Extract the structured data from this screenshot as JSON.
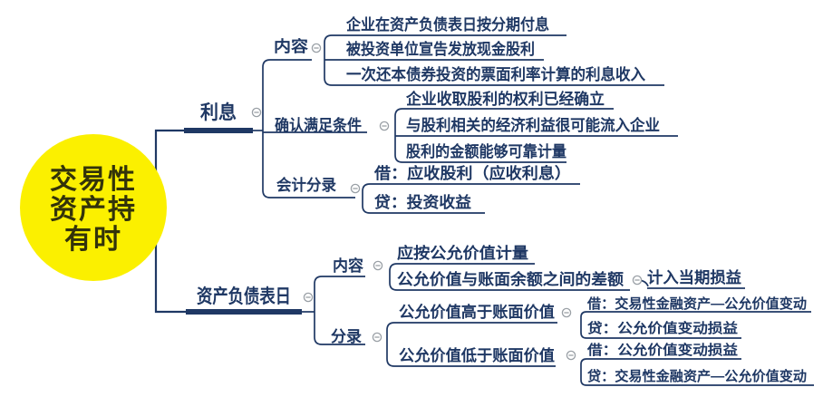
{
  "root": {
    "lines": [
      "交易性",
      "资产持",
      "有时"
    ]
  },
  "branches": [
    {
      "label": "利息",
      "children": [
        {
          "label": "内容",
          "children": [
            {
              "label": "企业在资产负债表日按分期付息"
            },
            {
              "label": "被投资单位宣告发放现金股利"
            },
            {
              "label": "一次还本债券投资的票面利率计算的利息收入"
            }
          ]
        },
        {
          "label": "确认满足条件",
          "children": [
            {
              "label": "企业收取股利的权利已经确立"
            },
            {
              "label": "与股利相关的经济利益很可能流入企业"
            },
            {
              "label": "股利的金额能够可靠计量"
            }
          ]
        },
        {
          "label": "会计分录",
          "children": [
            {
              "label": "借：应收股利（应收利息）"
            },
            {
              "label": "贷：投资收益"
            }
          ]
        }
      ]
    },
    {
      "label": "资产负债表日",
      "children": [
        {
          "label": "内容",
          "children": [
            {
              "label": "应按公允价值计量"
            },
            {
              "label": "公允价值与账面余额之间的差额",
              "children": [
                {
                  "label": "计入当期损益"
                }
              ]
            }
          ]
        },
        {
          "label": "分录",
          "children": [
            {
              "label": "公允价值高于账面价值",
              "children": [
                {
                  "label": "借：交易性金融资产—公允价值变动"
                },
                {
                  "label": "贷：公允价值变动损益"
                }
              ]
            },
            {
              "label": "公允价值低于账面价值",
              "children": [
                {
                  "label": "借：公允价值变动损益"
                },
                {
                  "label": "贷：交易性金融资产—公允价值变动"
                }
              ]
            }
          ]
        }
      ]
    }
  ],
  "colors": {
    "line_navy": "#1f3864",
    "text_navy": "#1f3864",
    "root_fill": "#fbf000",
    "root_text": "#33330a",
    "toggle_gray": "#9aa0a6"
  }
}
